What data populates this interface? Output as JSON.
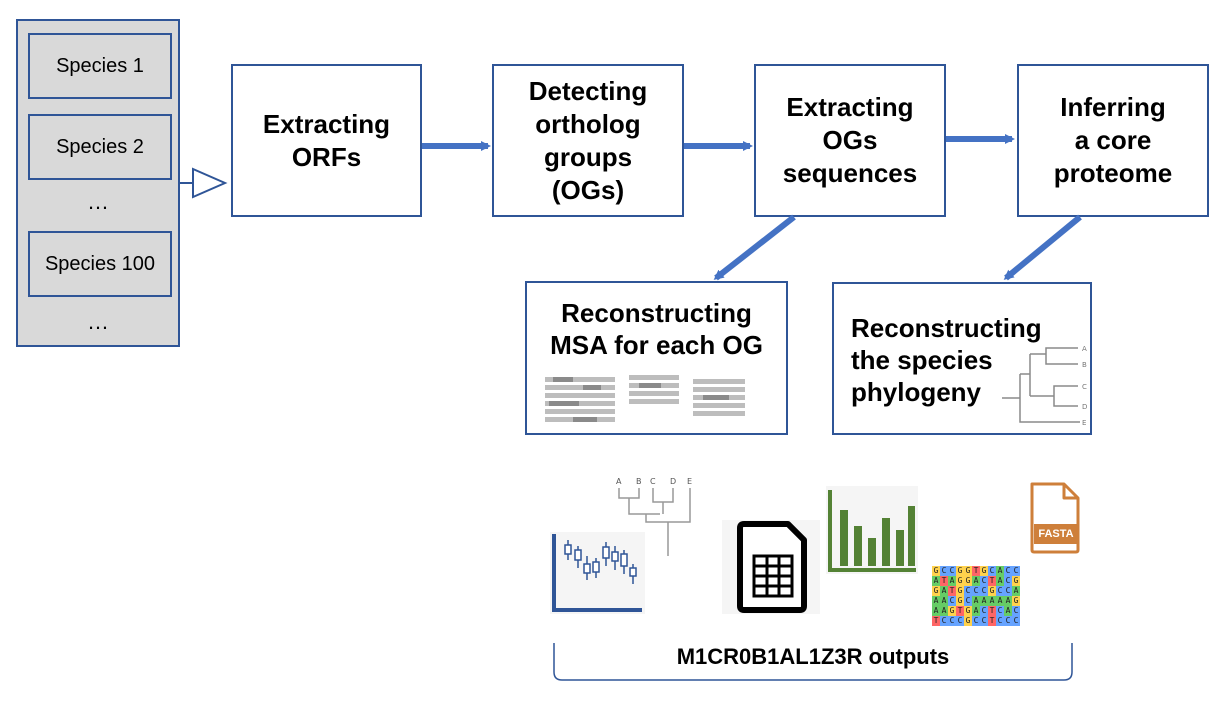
{
  "species": {
    "items": [
      "Species 1",
      "Species 2",
      "Species 100"
    ],
    "ellipsis_mid": "…",
    "ellipsis_end": "…"
  },
  "steps": [
    {
      "label": "Extracting\nORFs"
    },
    {
      "label": "Detecting\northolog\ngroups\n(OGs)"
    },
    {
      "label": "Extracting\nOGs\nsequences"
    },
    {
      "label": "Inferring\na core\nproteome"
    }
  ],
  "outputs_boxes": {
    "msa": {
      "label": "Reconstructing\nMSA for each OG"
    },
    "phylogeny": {
      "label": "Reconstructing\nthe species\nphylogeny",
      "tree_leaves": [
        "A",
        "B",
        "C",
        "D",
        "E"
      ]
    }
  },
  "icons": {
    "dendrogram_leaves": [
      "A",
      "B",
      "C",
      "D",
      "E"
    ],
    "fasta_label": "FASTA",
    "alignment_rows": [
      "GCCGGTGCACC",
      "ATAGGACTACG",
      "GATGCCCGCCA",
      "AACGCAAAAAG",
      "AAGTGACTCAC",
      "TCCCGCCTCCC"
    ]
  },
  "outputs_label": "M1CR0B1AL1Z3R outputs",
  "colors": {
    "border": "#2f5597",
    "arrow": "#4472c4",
    "panel": "#d9d9d9",
    "bars": "#548235",
    "fasta": "#ce7f3a",
    "boxplot": "#2f5597"
  }
}
